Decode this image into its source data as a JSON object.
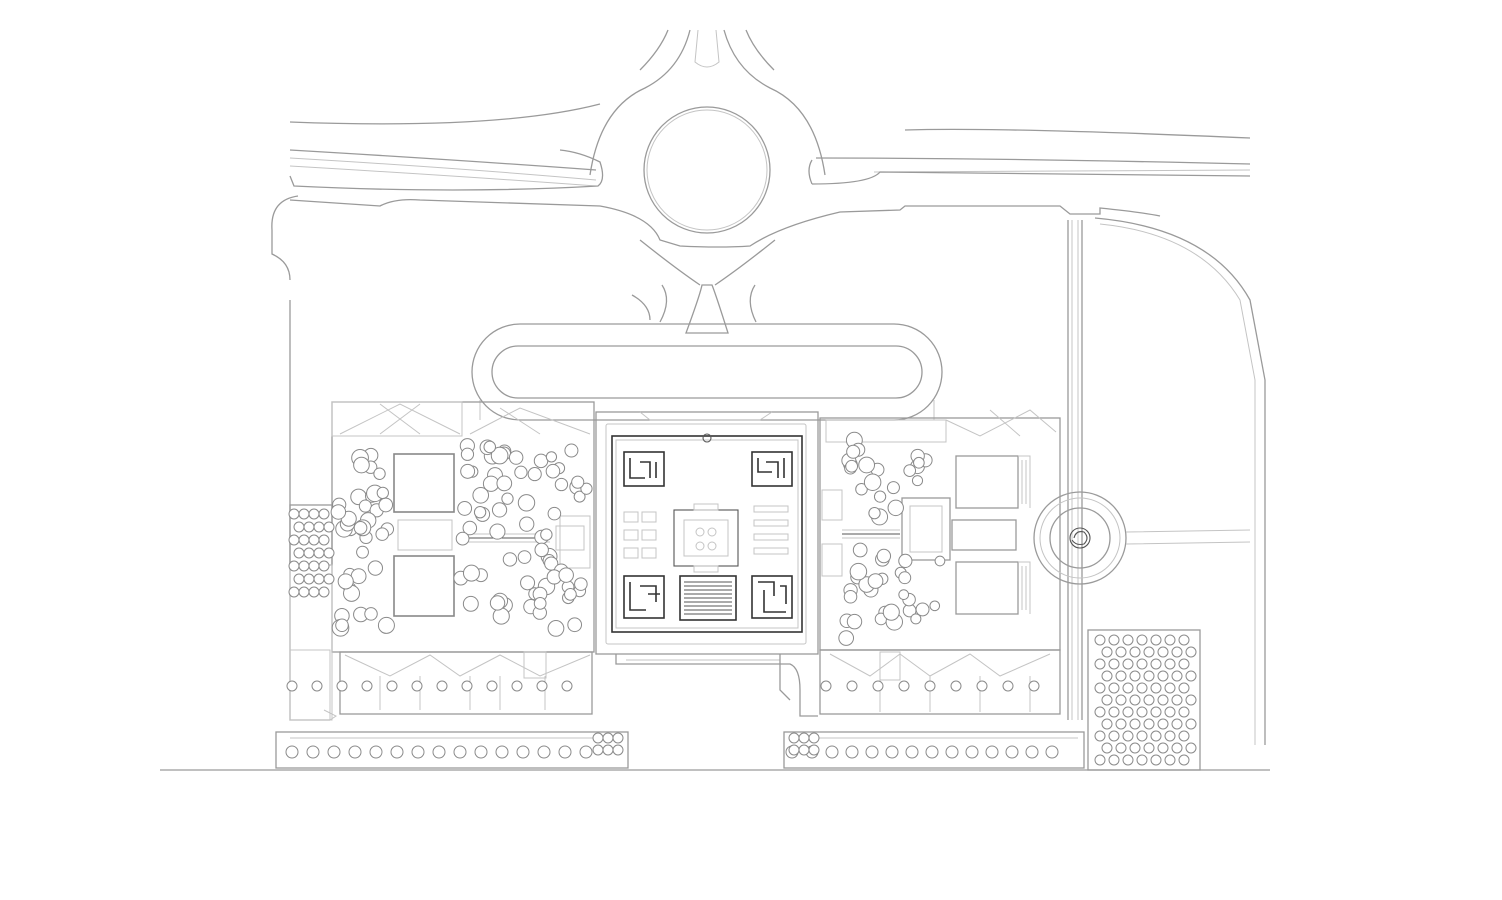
{
  "drawing": {
    "type": "architectural-site-plan",
    "colors": {
      "background": "#ffffff",
      "line": "#9a9a9a",
      "faint": "#c4c4c4",
      "dark": "#333333"
    },
    "features": [
      "roundabout",
      "access-roads",
      "drop-off-loop",
      "main-building",
      "tree-groves",
      "courtyard-squares",
      "circular-fountain",
      "tree-orchard",
      "parking-strips"
    ]
  }
}
